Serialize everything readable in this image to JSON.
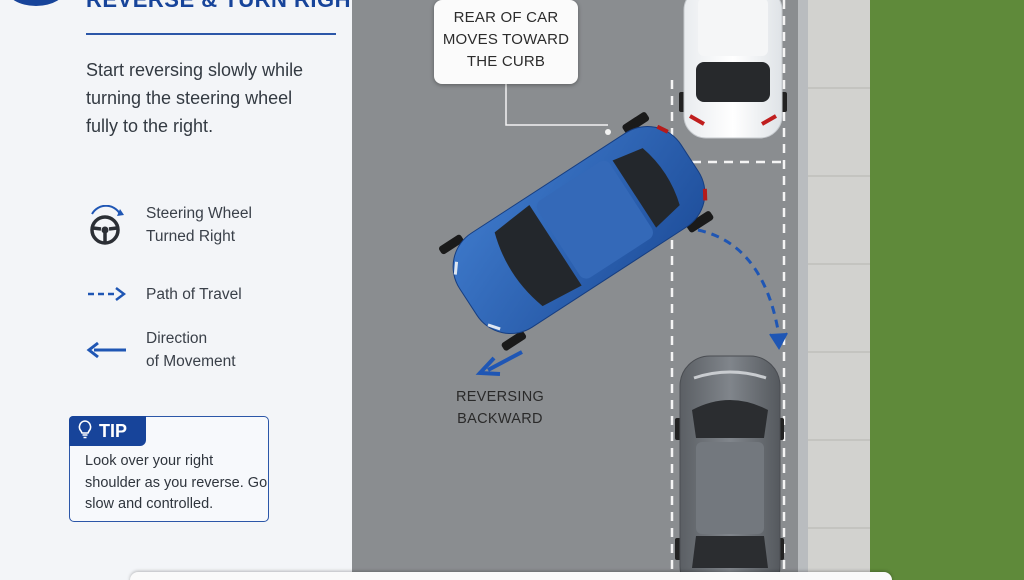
{
  "step": {
    "title": "REVERSE & TURN RIGHT",
    "instruction": "Start reversing slowly while turning the steering wheel fully to the right."
  },
  "legend": [
    {
      "icon": "steering-wheel-icon",
      "lines": [
        "Steering Wheel",
        "Turned Right"
      ]
    },
    {
      "icon": "dashed-arrow-icon",
      "lines": [
        "Path of Travel"
      ]
    },
    {
      "icon": "solid-arrow-icon",
      "lines": [
        "Direction",
        "of Movement"
      ]
    }
  ],
  "tip": {
    "label": "TIP",
    "icon": "lightbulb-icon",
    "text": "Look over your right shoulder as you reverse. Go slow and controlled."
  },
  "scene": {
    "callout_lines": [
      "REAR OF CAR",
      "MOVES TOWARD",
      "THE CURB"
    ],
    "reverse_lines": [
      "REVERSING",
      "BACKWARD"
    ]
  },
  "colors": {
    "brand_blue": "#17449a",
    "car_blue": "#2f64b8",
    "arrow_blue": "#1f56b4",
    "asphalt": "#8a8d90",
    "grass": "#5f8a3a"
  }
}
